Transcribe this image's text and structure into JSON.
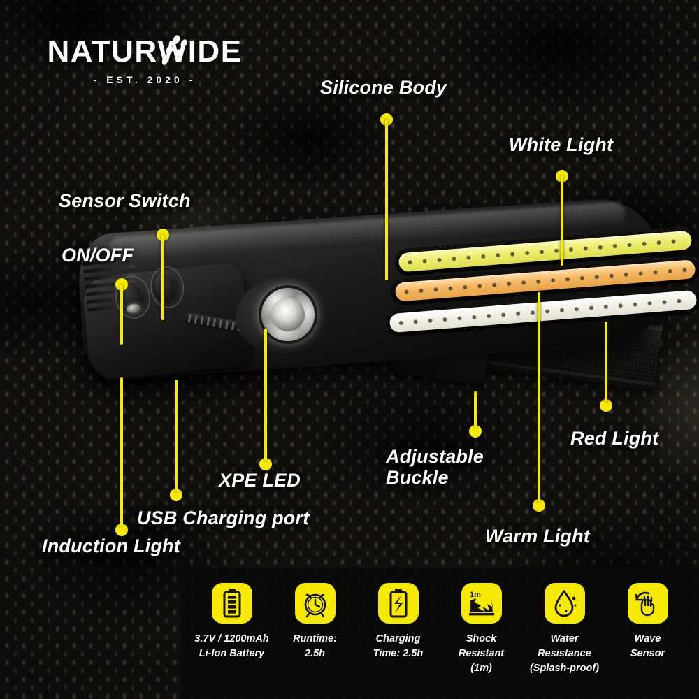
{
  "brand": {
    "word1": "NATUR",
    "word2": "WIDE",
    "established": "- EST. 2020 -",
    "paw_icon": "paw-prints-icon"
  },
  "colors": {
    "accent": "#f6ea00",
    "label_text": "#ffffff",
    "background": "#100f0c",
    "panel": "#0a0a09",
    "cob_white": "#ededa0",
    "cob_warm": "#f5b763",
    "cob_red": "#f2f0e6"
  },
  "callouts": [
    {
      "label": "Silicone Body",
      "name": "callout-silicone-body"
    },
    {
      "label": "White Light",
      "name": "callout-white-light"
    },
    {
      "label": "Sensor Switch",
      "name": "callout-sensor-switch"
    },
    {
      "label": "ON/OFF",
      "name": "callout-on-off"
    },
    {
      "label": "Red Light",
      "name": "callout-red-light"
    },
    {
      "label": "Adjustable",
      "name": "callout-adjustable-buckle-line1"
    },
    {
      "label": "Buckle",
      "name": "callout-adjustable-buckle-line2"
    },
    {
      "label": "XPE LED",
      "name": "callout-xpe-led"
    },
    {
      "label": "USB Charging port",
      "name": "callout-usb-charging-port"
    },
    {
      "label": "Induction Light",
      "name": "callout-induction-light"
    },
    {
      "label": "Warm Light",
      "name": "callout-warm-light"
    }
  ],
  "specs": [
    {
      "icon": "battery-icon",
      "line1": "3.7V / 1200mAh",
      "line2": "Li-Ion Battery",
      "line3": ""
    },
    {
      "icon": "alarm-clock-icon",
      "line1": "Runtime:",
      "line2": "2.5h",
      "line3": ""
    },
    {
      "icon": "battery-charging-icon",
      "line1": "Charging",
      "line2": "Time: 2.5h",
      "line3": ""
    },
    {
      "icon": "shock-resistant-icon",
      "line1": "Shock",
      "line2": "Resistant",
      "line3": "(1m)"
    },
    {
      "icon": "water-drop-icon",
      "line1": "Water",
      "line2": "Resistance",
      "line3": "(Splash-proof)"
    },
    {
      "icon": "wave-hand-icon",
      "line1": "Wave",
      "line2": "Sensor",
      "line3": ""
    }
  ],
  "spec_badges": {
    "shock_drop_height": "1m"
  },
  "product": {
    "name": "led-headlamp",
    "cob_strips": [
      "white-light-strip",
      "warm-light-strip",
      "red-light-strip"
    ]
  }
}
